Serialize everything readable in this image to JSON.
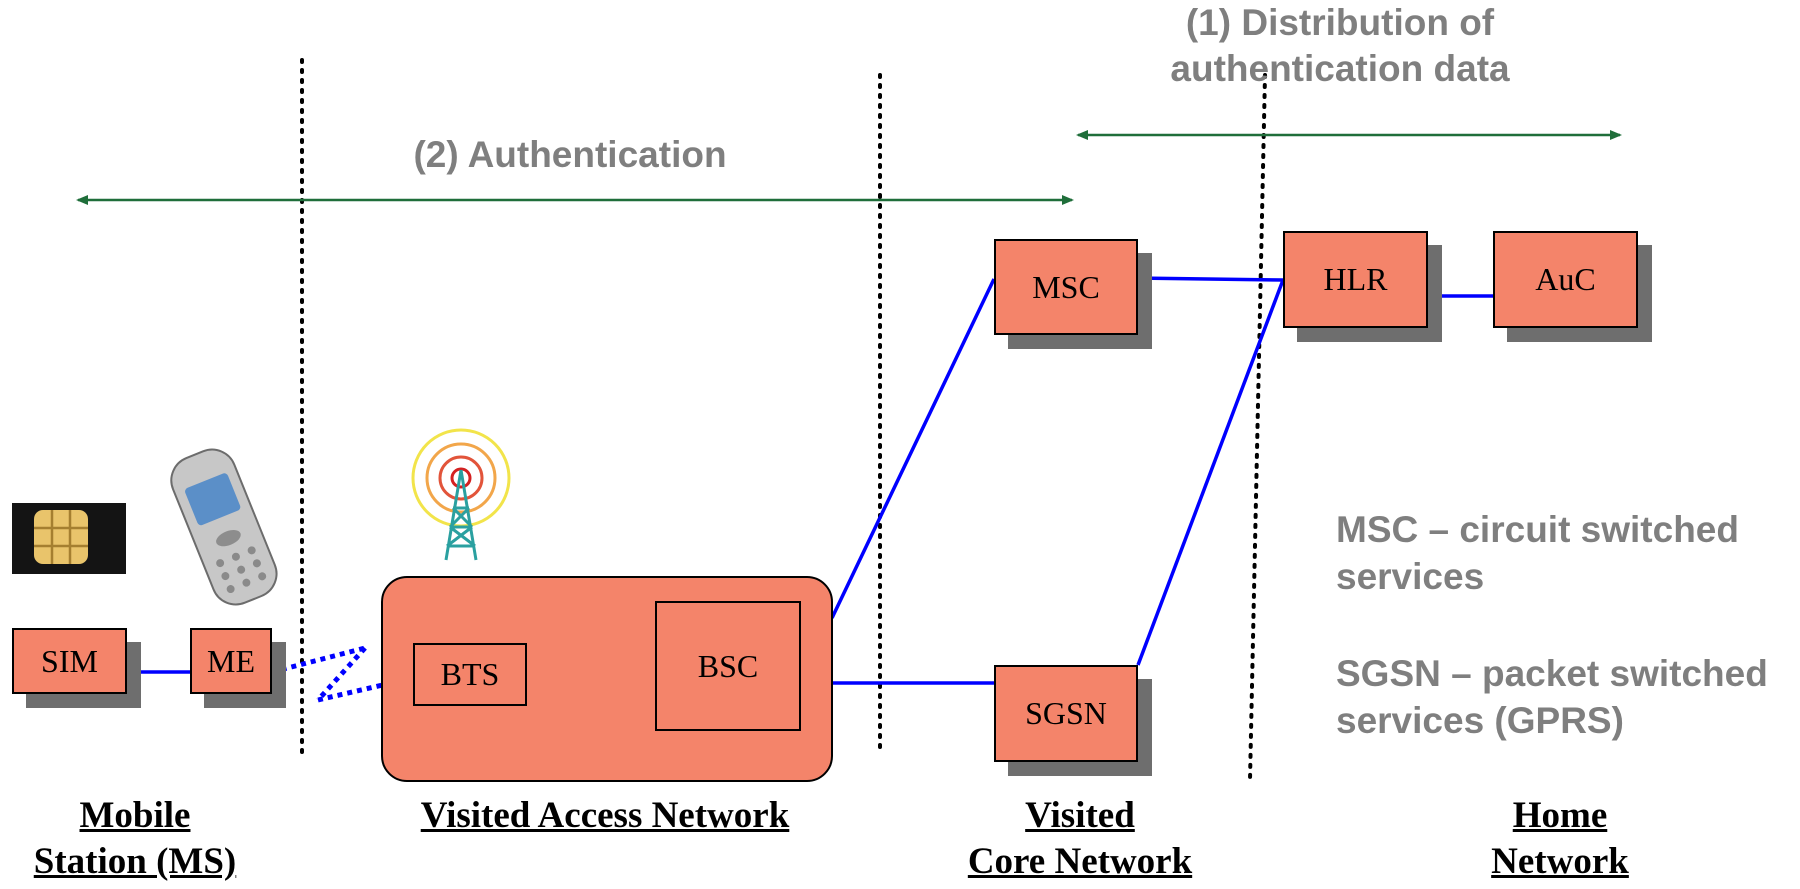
{
  "headings": {
    "distribution_line1": "(1) Distribution of",
    "distribution_line2": "authentication data",
    "authentication": "(2) Authentication"
  },
  "nodes": {
    "sim": "SIM",
    "me": "ME",
    "bts": "BTS",
    "bsc": "BSC",
    "msc": "MSC",
    "sgsn": "SGSN",
    "hlr": "HLR",
    "auc": "AuC"
  },
  "legend": {
    "msc_line1": "MSC – circuit switched",
    "msc_line2": "services",
    "sgsn_line1": "SGSN – packet switched",
    "sgsn_line2": "services (GPRS)"
  },
  "zones": {
    "mobile_station_line1": "Mobile",
    "mobile_station_line2": "Station (MS)",
    "visited_access": "Visited Access Network",
    "visited_core_line1": "Visited",
    "visited_core_line2": "Core Network",
    "home_line1": "Home",
    "home_line2": "Network"
  },
  "colors": {
    "box_fill": "#f4846a",
    "shadow": "#6e6e6e",
    "link_line": "#0000ff",
    "arrow": "#1f6e3a",
    "heading_text": "#7f7f7f"
  },
  "icons": [
    "sim-card-icon",
    "mobile-phone-icon",
    "antenna-tower-icon"
  ]
}
